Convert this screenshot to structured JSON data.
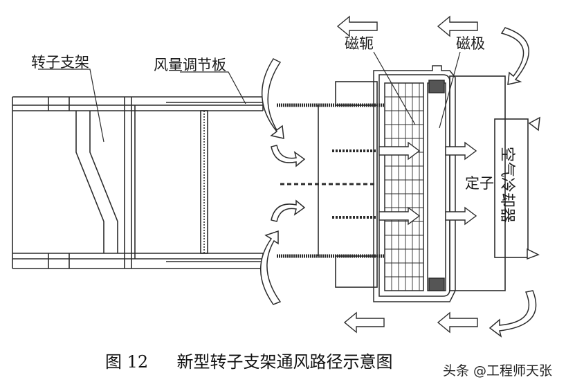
{
  "labels": {
    "rotor_support": "转子支架",
    "air_regulating_plate": "风量调节板",
    "yoke": "磁轭",
    "pole": "磁极",
    "stator": "定子",
    "air_cooler": "空气冷却器"
  },
  "caption": {
    "fig_no": "图 12",
    "title": "新型转子支架通风路径示意图"
  },
  "watermark": "头条 @工程师天张",
  "colors": {
    "line": "#2b2b2b",
    "arrow_fill": "#ffffff",
    "background": "#ffffff"
  }
}
